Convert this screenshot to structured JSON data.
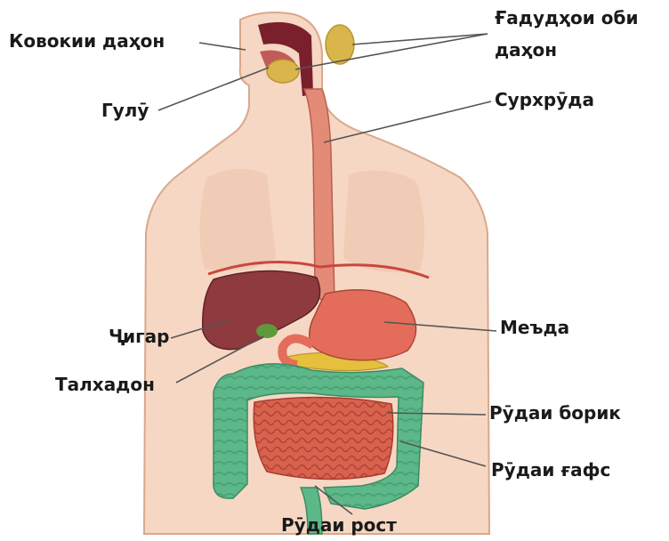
{
  "labels": {
    "mouth": "Ковокии даҳон",
    "salivary_line1": "Ғадудҳои оби",
    "salivary_line2": "даҳон",
    "pharynx": "Гулӯ",
    "esophagus": "Сурхрӯда",
    "liver": "Ҷигар",
    "stomach": "Меъда",
    "gallbladder": "Талхадон",
    "small_intestine": "Рӯдаи борик",
    "large_intestine": "Рӯдаи ғафс",
    "rectum": "Рӯдаи рост"
  },
  "colors": {
    "skin": "#f6d7c3",
    "skin_outline": "#d9a88c",
    "lung": "#ecc3ae",
    "esophagus": "#e48b78",
    "liver": "#8e3a3e",
    "stomach": "#e36d5a",
    "large_intestine": "#5cb889",
    "small_intestine": "#d9624e",
    "pancreas": "#e5c03c",
    "salivary": "#d9b54b",
    "leader_line": "#555555"
  }
}
